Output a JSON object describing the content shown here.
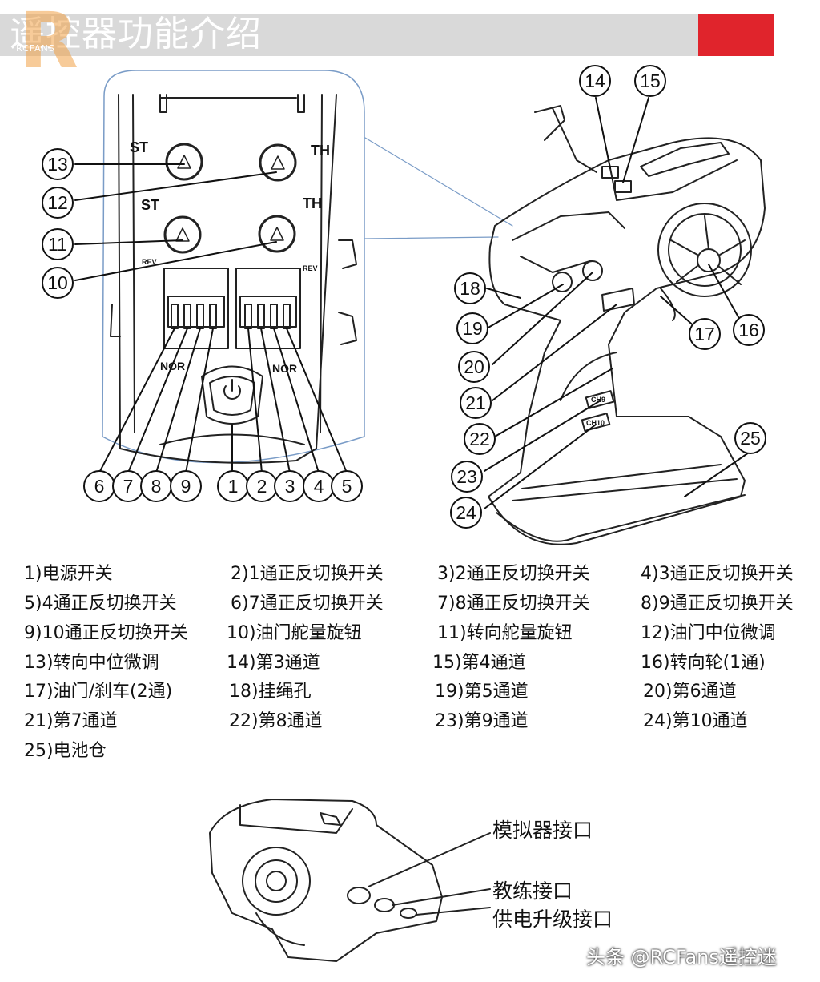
{
  "header": {
    "title": "遥控器功能介绍",
    "logo_letter": "R",
    "logo_text": "RCFANS",
    "accent_red": "#e0242c",
    "banner_gray": "#d9d9d9"
  },
  "knob_labels": {
    "st_top": "ST",
    "th_top": "TH",
    "st_bottom": "ST",
    "th_bottom": "TH",
    "nor_left": "NOR",
    "nor_right": "NOR",
    "rev_left": "REV",
    "rev_right": "REV",
    "ch9": "CH9",
    "ch10": "CH10"
  },
  "callouts": [
    "1",
    "2",
    "3",
    "4",
    "5",
    "6",
    "7",
    "8",
    "9",
    "10",
    "11",
    "12",
    "13",
    "14",
    "15",
    "16",
    "17",
    "18",
    "19",
    "20",
    "21",
    "22",
    "23",
    "24",
    "25"
  ],
  "legend": [
    "1)电源开关",
    "2)1通正反切换开关",
    "3)2通正反切换开关",
    "4)3通正反切换开关",
    "5)4通正反切换开关",
    "6)7通正反切换开关",
    "7)8通正反切换开关",
    "8)9通正反切换开关",
    "9)10通正反切换开关",
    "10)油门舵量旋钮",
    "11)转向舵量旋钮",
    "12)油门中位微调",
    "13)转向中位微调",
    "14)第3通道",
    "15)第4通道",
    "16)转向轮(1通)",
    "17)油门/刹车(2通)",
    "18)挂绳孔",
    "19)第5通道",
    "20)第6通道",
    "21)第7通道",
    "22)第8通道",
    "23)第9通道",
    "24)第10通道",
    "25)电池仓"
  ],
  "ports": {
    "simulator": "模拟器接口",
    "trainer": "教练接口",
    "power_upgrade": "供电升级接口"
  },
  "watermark": "头条 @RCFans遥控迷"
}
